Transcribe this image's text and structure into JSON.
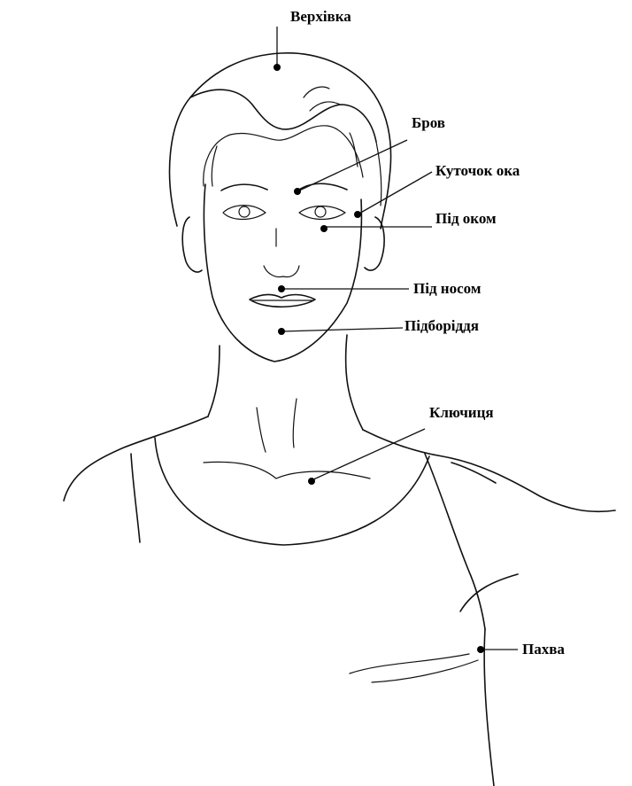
{
  "labels": {
    "crown": "Верхівка",
    "eyebrow": "Бров",
    "eye_corner": "Куточок ока",
    "under_eye": "Під оком",
    "under_nose": "Під носом",
    "chin": "Підборіддя",
    "collarbone": "Ключиця",
    "armpit": "Пахва"
  }
}
